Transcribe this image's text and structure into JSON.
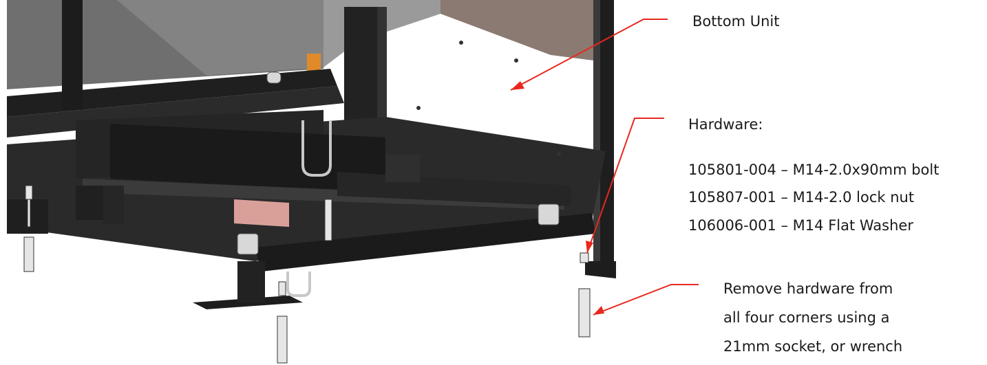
{
  "labels": {
    "bottom_unit": "Bottom Unit",
    "hardware_title": "Hardware:",
    "hardware_items": [
      "105801-004 – M14-2.0x90mm bolt",
      "105807-001 – M14-2.0 lock nut",
      "106006-001 – M14 Flat Washer"
    ],
    "removal_lines": [
      "Remove hardware from",
      "all four corners using a",
      "21mm socket, or wrench"
    ]
  },
  "colors": {
    "frame": "#1f1f1f",
    "panel_grey": "#7a7a7a",
    "panel_brown": "#8a7a72",
    "arrow_red": "#e8281e",
    "orange_bracket": "#e08a2a",
    "pink_block": "#d9a09a"
  }
}
